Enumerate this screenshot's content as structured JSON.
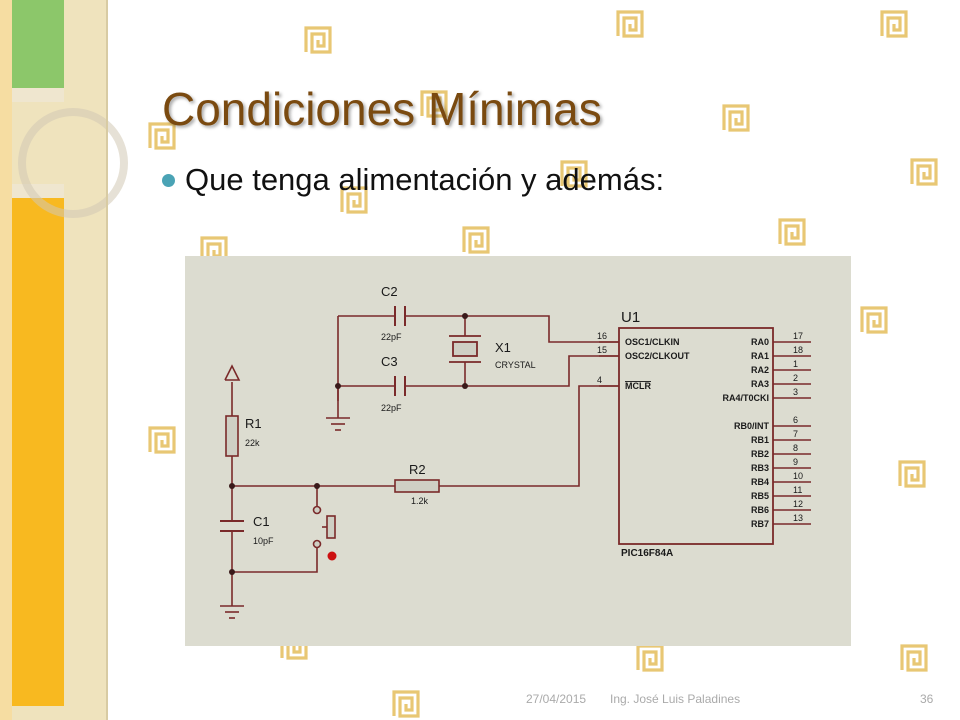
{
  "slide": {
    "title": "Condiciones Mínimas",
    "bullet": "Que tenga alimentación y además:"
  },
  "schematic": {
    "c2": {
      "name": "C2",
      "value": "22pF"
    },
    "c3": {
      "name": "C3",
      "value": "22pF"
    },
    "x1": {
      "name": "X1",
      "value": "CRYSTAL"
    },
    "r1": {
      "name": "R1",
      "value": "22k"
    },
    "r2": {
      "name": "R2",
      "value": "1.2k"
    },
    "c1": {
      "name": "C1",
      "value": "10pF"
    },
    "u1": {
      "name": "U1",
      "part": "PIC16F84A",
      "left_pins": [
        {
          "num": "16",
          "label": "OSC1/CLKIN"
        },
        {
          "num": "15",
          "label": "OSC2/CLKOUT"
        },
        {
          "num": "4",
          "label": "MCLR"
        }
      ],
      "right_pins": [
        {
          "num": "17",
          "label": "RA0"
        },
        {
          "num": "18",
          "label": "RA1"
        },
        {
          "num": "1",
          "label": "RA2"
        },
        {
          "num": "2",
          "label": "RA3"
        },
        {
          "num": "3",
          "label": "RA4/T0CKI"
        },
        {
          "num": "6",
          "label": "RB0/INT"
        },
        {
          "num": "7",
          "label": "RB1"
        },
        {
          "num": "8",
          "label": "RB2"
        },
        {
          "num": "9",
          "label": "RB3"
        },
        {
          "num": "10",
          "label": "RB4"
        },
        {
          "num": "11",
          "label": "RB5"
        },
        {
          "num": "12",
          "label": "RB6"
        },
        {
          "num": "13",
          "label": "RB7"
        }
      ]
    }
  },
  "footer": {
    "date": "27/04/2015",
    "author": "Ing. José Luis Paladines",
    "page": "36"
  },
  "colors": {
    "title": "#7a4a10",
    "bullet": "#4aa3b5",
    "wire": "#7a2a2a",
    "meander": "#e8c774",
    "schematic_bg": "#dcdcd0"
  }
}
